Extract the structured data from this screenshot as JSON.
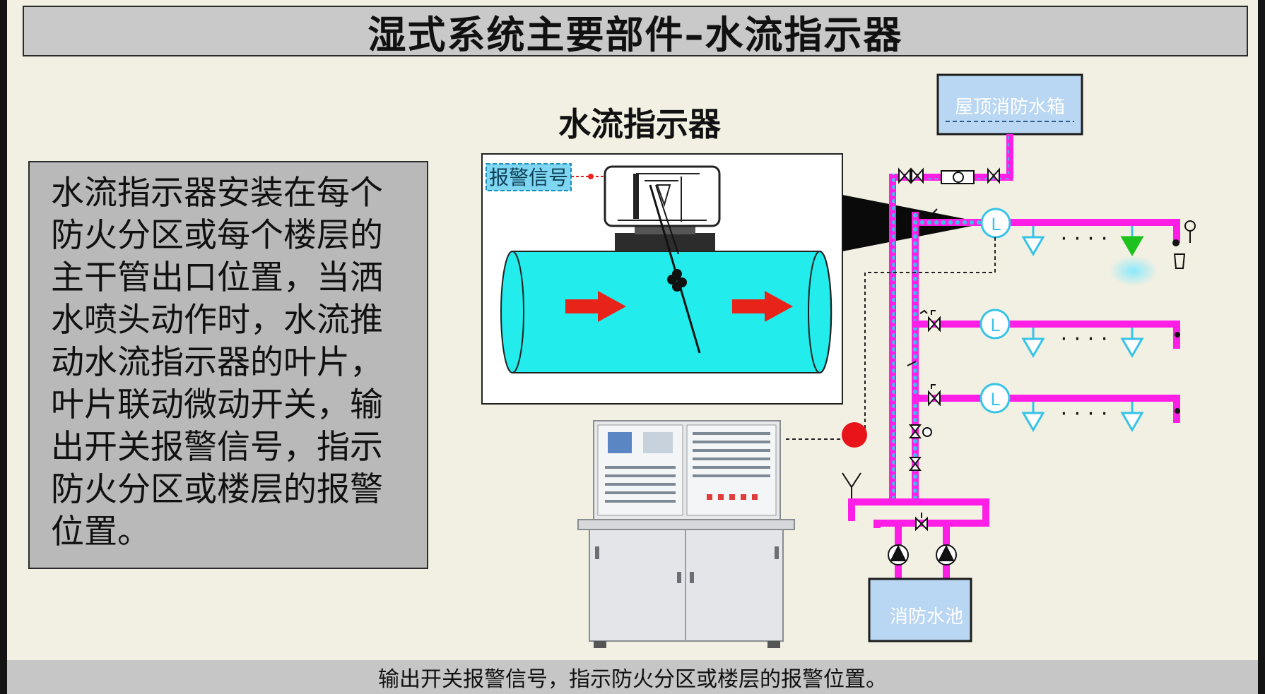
{
  "title": "湿式系统主要部件–水流指示器",
  "subtitle": "水流指示器",
  "description": "水流指示器安装在每个防火分区或每个楼层的主干管出口位置，当洒水喷头动作时，水流推动水流指示器的叶片，叶片联动微动开关，输出开关报警信号，指示防火分区或楼层的报警位置。",
  "alarm_label": "报警信号",
  "roof_tank_label": "屋顶消防水箱",
  "pool_label": "消防水池",
  "flow_indicator_symbol": "L",
  "ellipsis": "· · · ·",
  "caption": "输出开关报警信号，指示防火分区或楼层的报警位置。",
  "colors": {
    "pipe": "#ff1ee6",
    "water_dots": "#37c3e8",
    "pipe_body": "#22ecec",
    "arrow": "#e8231a",
    "alarm_dot": "#e8141a",
    "tank_fill": "#b9d6f2"
  }
}
